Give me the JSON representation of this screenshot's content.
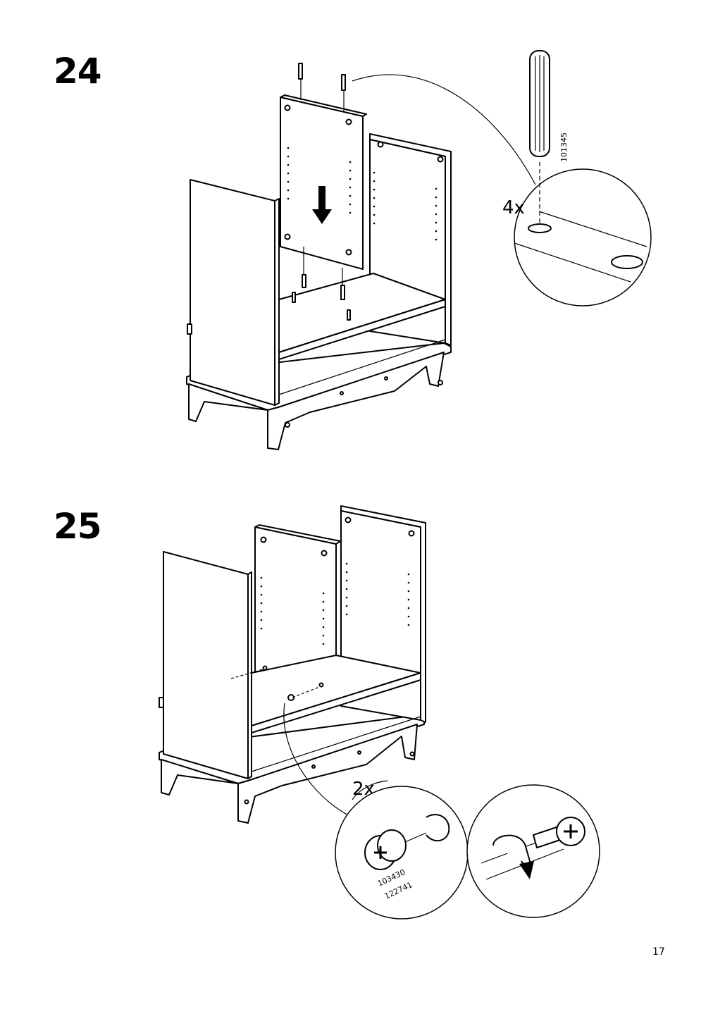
{
  "steps": [
    {
      "number": "24",
      "quantity": "4x",
      "part_code": "101345"
    },
    {
      "number": "25",
      "quantity": "2x",
      "part_codes": [
        "103430",
        "122741"
      ]
    }
  ],
  "page_number": "17"
}
